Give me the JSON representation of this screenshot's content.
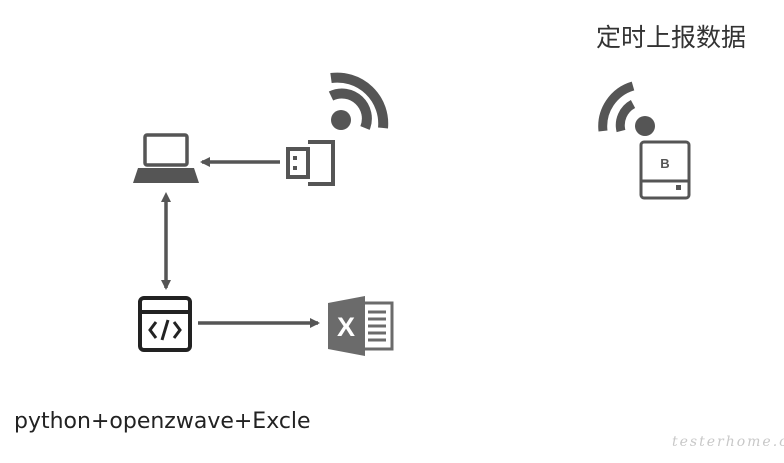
{
  "header": {
    "title": "定时上报数据"
  },
  "footer": {
    "caption": "python+openzwave+Excle",
    "watermark": "testerhome.com"
  },
  "device_b": {
    "label": "B"
  },
  "excel": {
    "letter": "X"
  },
  "colors": {
    "icon": "#555555",
    "excel": "#6b6b6b",
    "arrow": "#555555"
  }
}
